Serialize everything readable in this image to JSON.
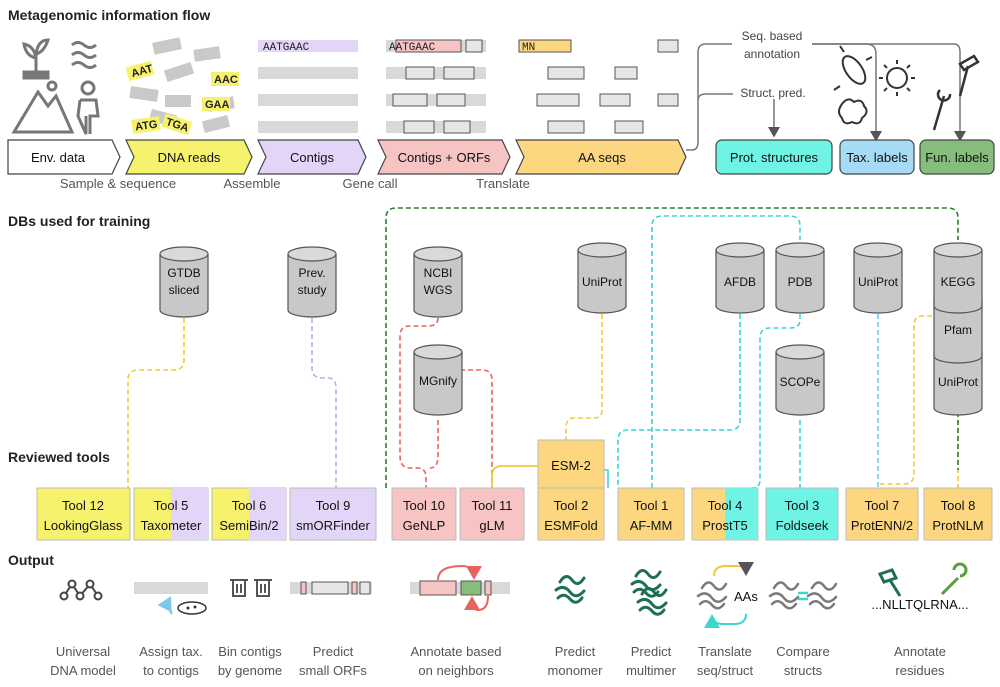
{
  "sections": {
    "flow": "Metagenomic information flow",
    "dbs": "DBs used for training",
    "tools": "Reviewed tools",
    "output": "Output"
  },
  "flow": {
    "boxes": [
      "Env. data",
      "DNA reads",
      "Contigs",
      "Contigs + ORFs",
      "AA seqs",
      "Prot. structures",
      "Tax. labels",
      "Fun. labels"
    ],
    "steps": [
      "Sample & sequence",
      "Assemble",
      "Gene call",
      "Translate"
    ],
    "branch_labels": [
      "Seq. based",
      "annotation",
      "Struct. pred."
    ],
    "reads": [
      "AAT",
      "AAC",
      "GAA",
      "ATG",
      "TGA"
    ],
    "contig_seq": "AATGAAC",
    "orf_seq": "AATGAAC",
    "aa_seq": "MN"
  },
  "databases": [
    {
      "line1": "GTDB",
      "line2": "sliced"
    },
    {
      "line1": "Prev.",
      "line2": "study"
    },
    {
      "line1": "NCBI",
      "line2": "WGS"
    },
    {
      "line1": "MGnify",
      "line2": ""
    },
    {
      "line1": "UniProt",
      "line2": ""
    },
    {
      "line1": "AFDB",
      "line2": ""
    },
    {
      "line1": "PDB",
      "line2": ""
    },
    {
      "line1": "SCOPe",
      "line2": ""
    },
    {
      "line1": "UniProt",
      "line2": ""
    },
    {
      "line1": "KEGG",
      "line2": ""
    },
    {
      "line1": "Pfam",
      "line2": ""
    },
    {
      "line1": "UniProt",
      "line2": ""
    }
  ],
  "esm": "ESM-2",
  "tools": [
    {
      "id": "Tool 12",
      "name": "LookingGlass"
    },
    {
      "id": "Tool 5",
      "name": "Taxometer"
    },
    {
      "id": "Tool 6",
      "name": "SemiBin/2"
    },
    {
      "id": "Tool 9",
      "name": "smORFinder"
    },
    {
      "id": "Tool 10",
      "name": "GeNLP"
    },
    {
      "id": "Tool 11",
      "name": "gLM"
    },
    {
      "id": "Tool 2",
      "name": "ESMFold"
    },
    {
      "id": "Tool 1",
      "name": "AF-MM"
    },
    {
      "id": "Tool 4",
      "name": "ProstT5"
    },
    {
      "id": "Tool 3",
      "name": "Foldseek"
    },
    {
      "id": "Tool 7",
      "name": "ProtENN/2"
    },
    {
      "id": "Tool 8",
      "name": "ProtNLM"
    }
  ],
  "outputs": [
    {
      "line1": "Universal",
      "line2": "DNA model"
    },
    {
      "line1": "Assign tax.",
      "line2": "to contigs"
    },
    {
      "line1": "Bin contigs",
      "line2": "by genome"
    },
    {
      "line1": "Predict",
      "line2": "small ORFs"
    },
    {
      "line1": "Annotate based",
      "line2": "on neighbors"
    },
    {
      "line1": "Predict",
      "line2": "monomer"
    },
    {
      "line1": "Predict",
      "line2": "multimer"
    },
    {
      "line1": "Translate",
      "line2": "seq/struct"
    },
    {
      "line1": "Compare",
      "line2": "structs"
    },
    {
      "line1": "Annotate",
      "line2": "residues"
    }
  ],
  "output_extras": {
    "aas": "AAs",
    "residues": "...NLLTQLRNA..."
  },
  "colors": {
    "yellow": "#f7f26e",
    "lavender": "#e3d5f7",
    "pink": "#f7c4c4",
    "orange": "#fcd77f",
    "cyan": "#6ef3e4",
    "blue": "#a6dbf5",
    "green": "#86bd7c",
    "gray": "#c9c9c9"
  }
}
